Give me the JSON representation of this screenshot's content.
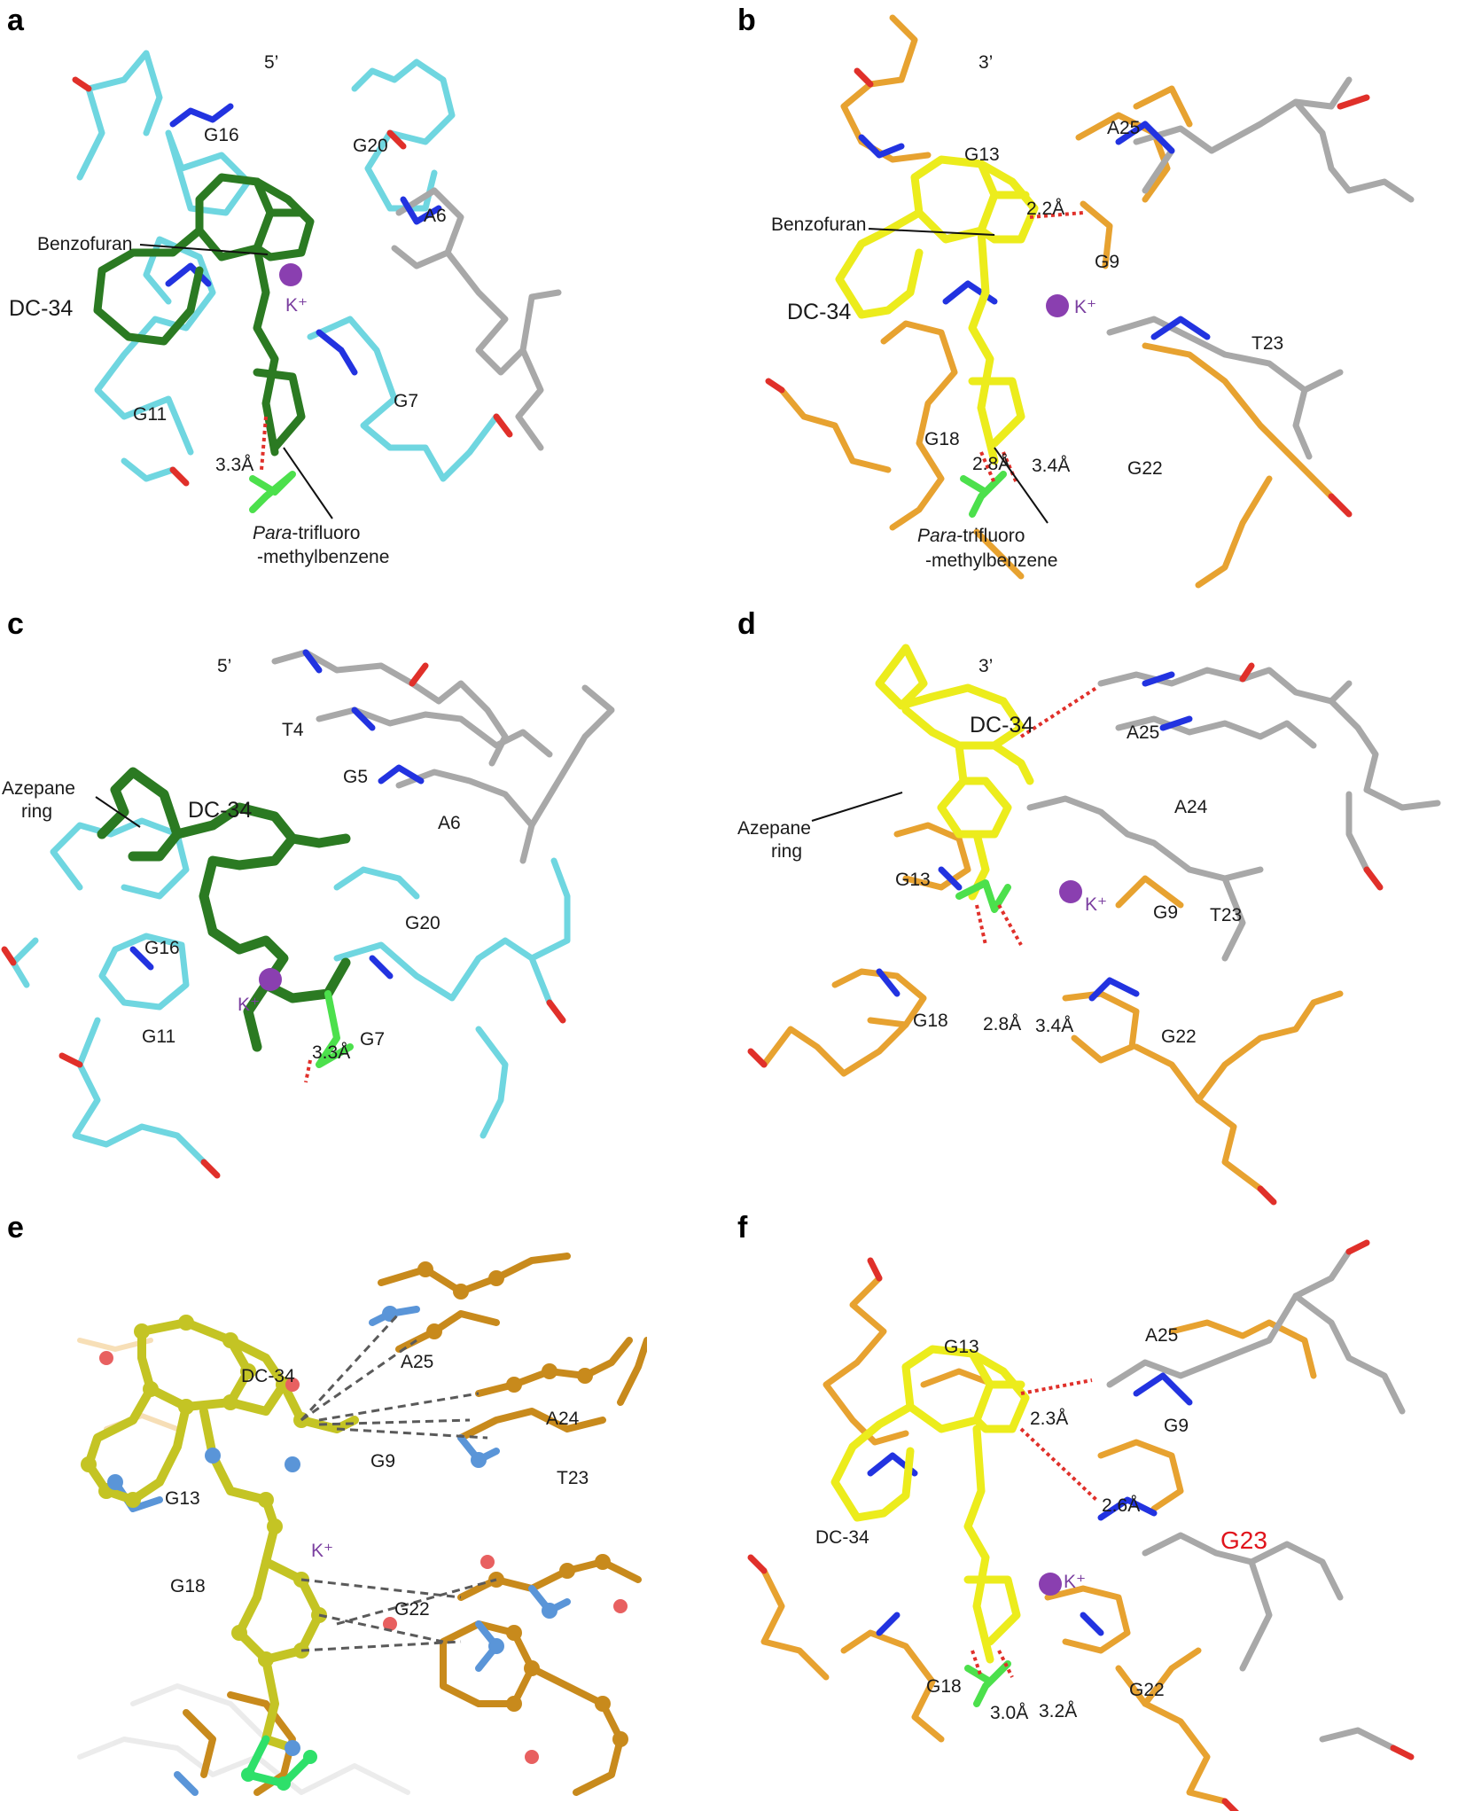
{
  "panels": {
    "a": {
      "letter": "a",
      "strand_end": "5’",
      "ligand": "DC-34",
      "benzofuran": "Benzofuran",
      "residues": [
        "G16",
        "G20",
        "A6",
        "G11",
        "G7"
      ],
      "ion": "K⁺",
      "distance": "3.3Å",
      "group_italic": "Para",
      "group_rest": "-trifluoro",
      "group_line2": "-methylbenzene"
    },
    "b": {
      "letter": "b",
      "strand_end": "3’",
      "ligand": "DC-34",
      "benzofuran": "Benzofuran",
      "residues": [
        "G13",
        "A25",
        "G9",
        "T23",
        "G18",
        "G22"
      ],
      "ion": "K⁺",
      "distances": [
        "2.2Å",
        "2.8Å",
        "3.4Å"
      ],
      "group_italic": "Para",
      "group_rest": "-trifluoro",
      "group_line2": "-methylbenzene"
    },
    "c": {
      "letter": "c",
      "strand_end": "5’",
      "ligand": "DC-34",
      "azepane_line1": "Azepane",
      "azepane_line2": "ring",
      "residues": [
        "T4",
        "G5",
        "A6",
        "G20",
        "G16",
        "G11",
        "G7"
      ],
      "ion": "K⁺",
      "distance": "3.3Å"
    },
    "d": {
      "letter": "d",
      "strand_end": "3’",
      "ligand": "DC-34",
      "azepane_line1": "Azepane",
      "azepane_line2": "ring",
      "residues": [
        "A25",
        "A24",
        "G13",
        "G9",
        "T23",
        "G18",
        "G22"
      ],
      "ion": "K⁺",
      "distances": [
        "2.8Å",
        "3.4Å"
      ]
    },
    "e": {
      "letter": "e",
      "ligand": "DC-34",
      "residues": [
        "A25",
        "A24",
        "G9",
        "T23",
        "G13",
        "G18",
        "G22"
      ],
      "ion": "K⁺"
    },
    "f": {
      "letter": "f",
      "ligand": "DC-34",
      "residues": [
        "A25",
        "G13",
        "G9",
        "G18",
        "G22"
      ],
      "highlight_residue": "G23",
      "ion": "K⁺",
      "distances": [
        "2.3Å",
        "2.6Å",
        "3.0Å",
        "3.2Å"
      ]
    }
  },
  "colors": {
    "carbon_cyan": "#6fd6e0",
    "carbon_orange": "#e7a230",
    "carbon_gray": "#a8a8a8",
    "ligand_green": "#2b7a22",
    "ligand_yellow": "#ecec1c",
    "ligand_olive": "#c4c424",
    "nitrogen": "#2233e0",
    "oxygen": "#e0302a",
    "fluorine": "#4ce04c",
    "potassium": "#8a3fb0",
    "hbond": "#e0302a",
    "highlight": "#e0141c"
  }
}
